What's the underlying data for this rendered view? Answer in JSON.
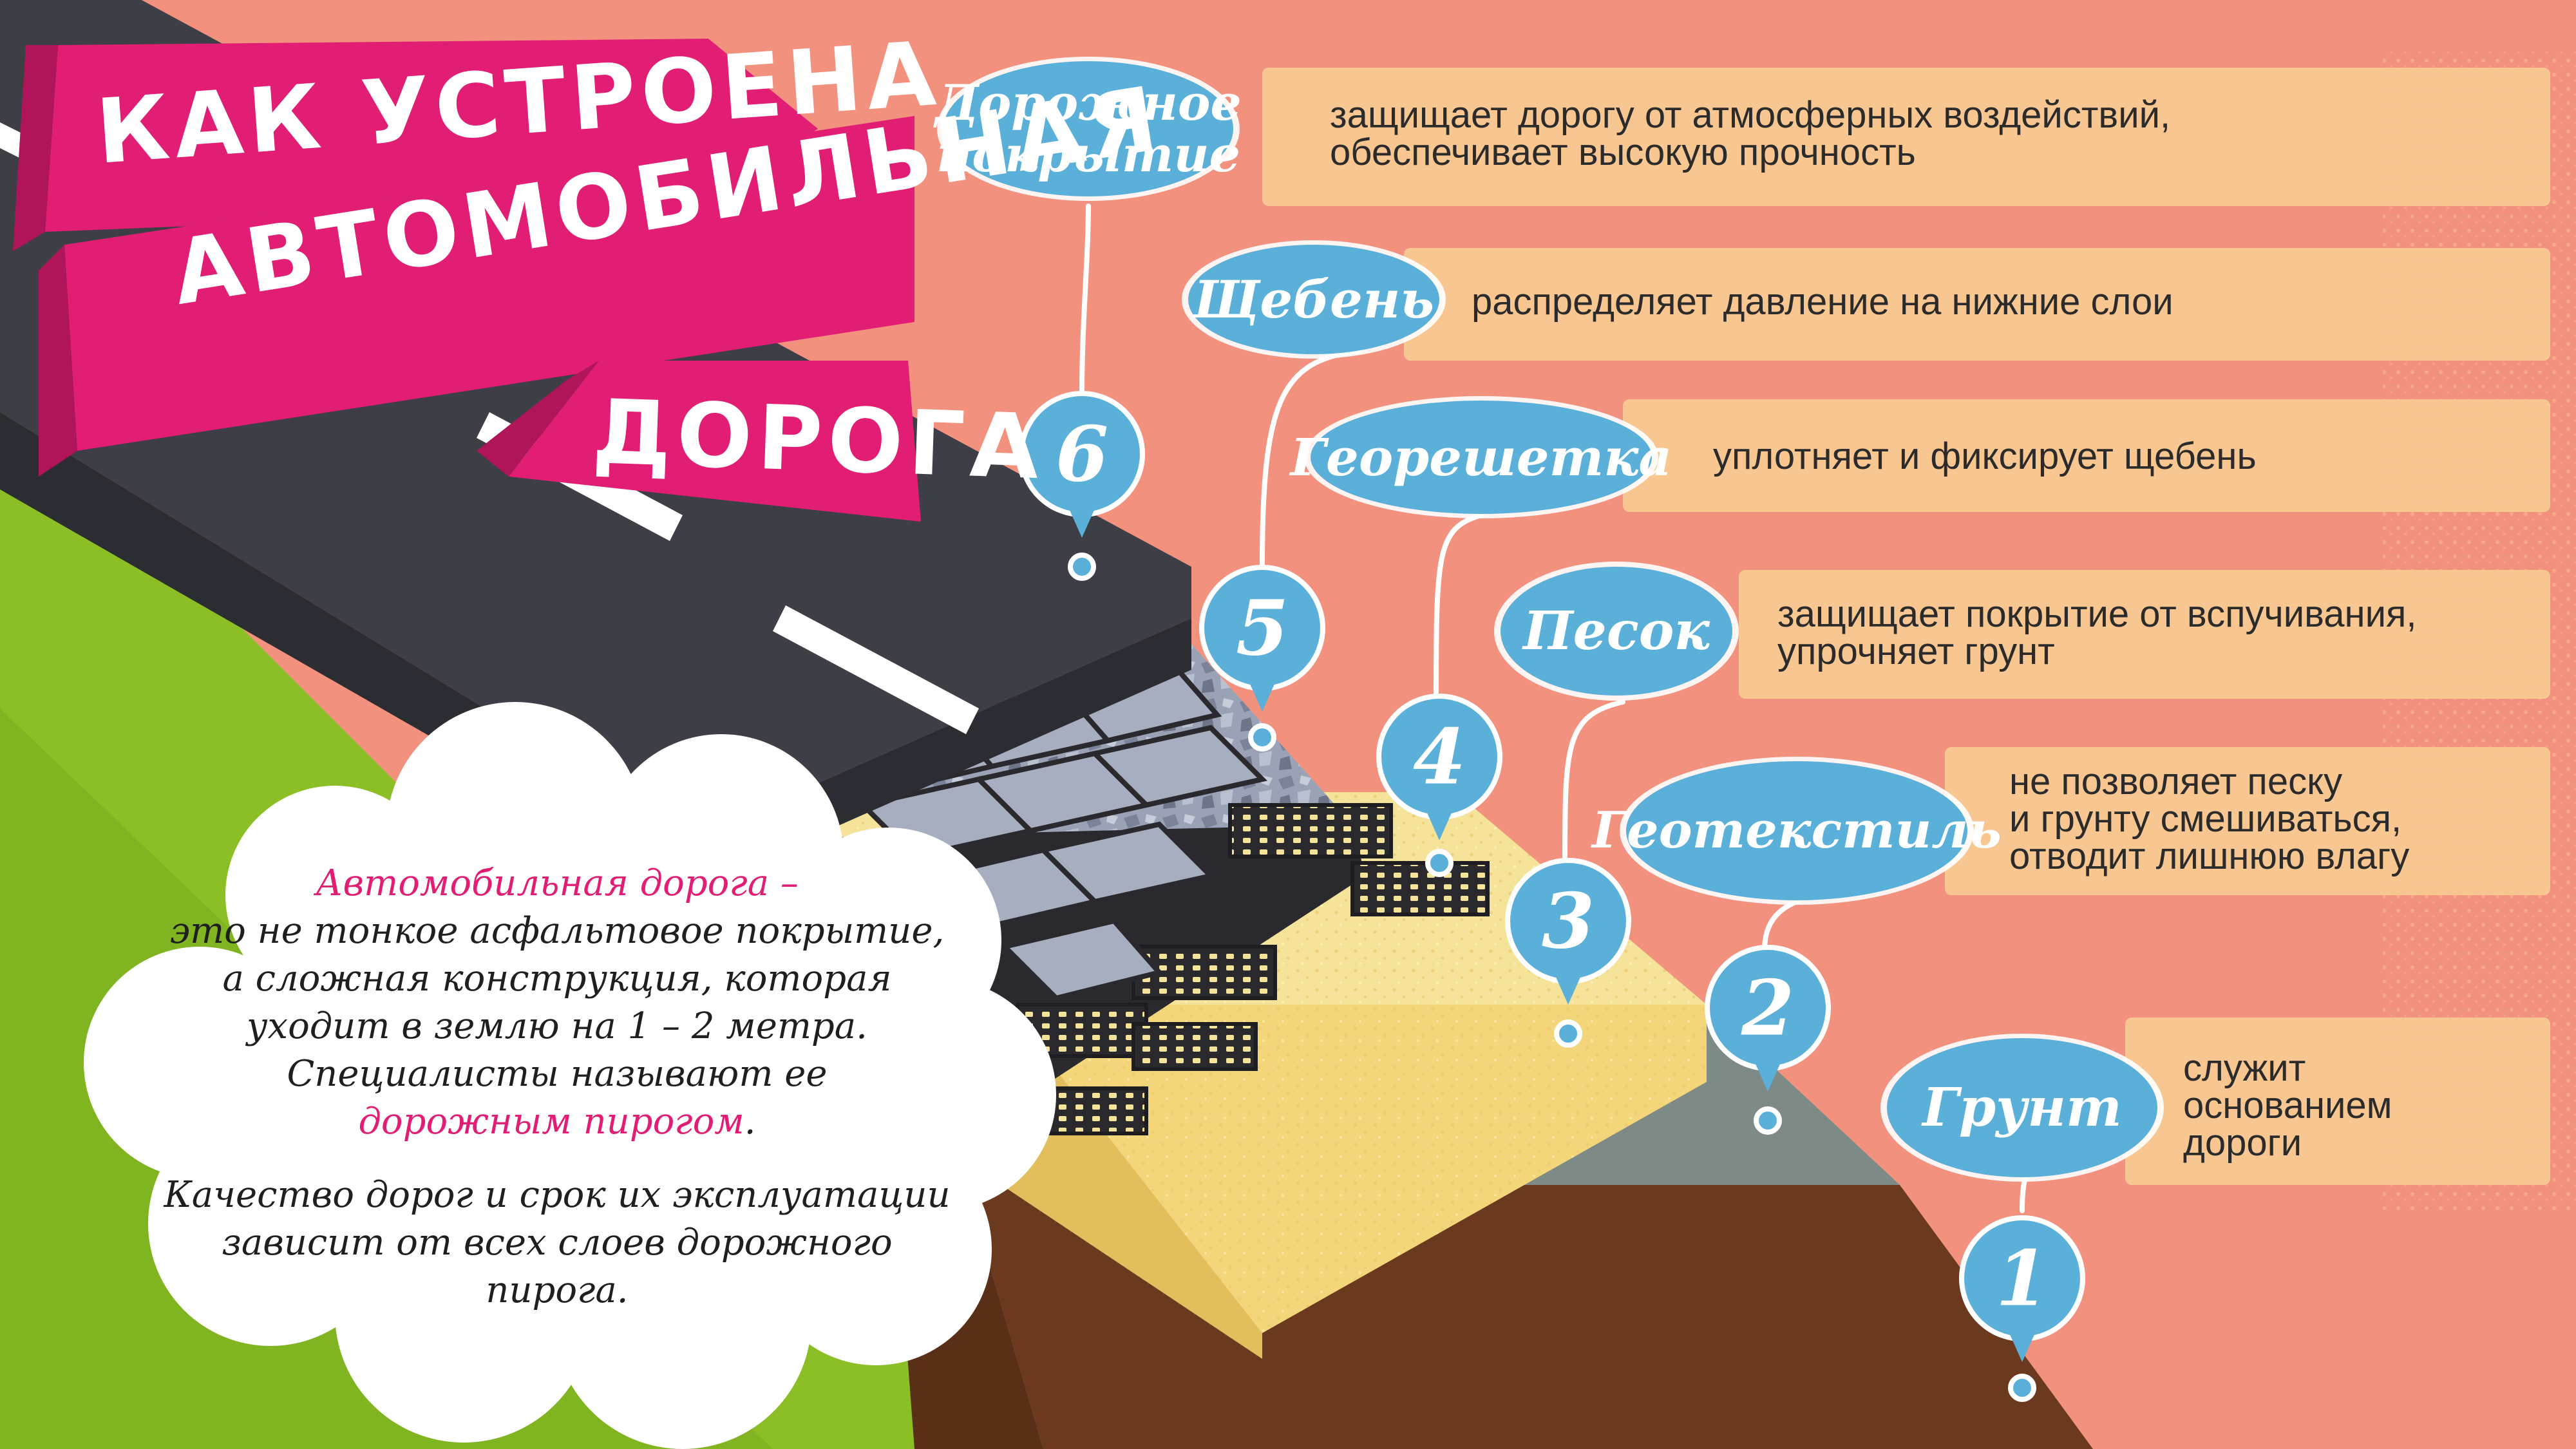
{
  "title": {
    "line1": "КАК  УСТРОЕНА",
    "line2": "АВТОМОБИЛЬНАЯ",
    "line3": "ДОРОГА"
  },
  "layers": [
    {
      "number": "6",
      "name_lines": [
        "Дорожное",
        "покрытие"
      ],
      "description_lines": [
        "защищает дорогу от атмосферных воздействий,",
        "обеспечивает высокую прочность"
      ]
    },
    {
      "number": "5",
      "name_lines": [
        "Щебень"
      ],
      "description_lines": [
        "распределяет давление на нижние слои"
      ]
    },
    {
      "number": "4",
      "name_lines": [
        "Георешетка"
      ],
      "description_lines": [
        "уплотняет и фиксирует щебень"
      ]
    },
    {
      "number": "3",
      "name_lines": [
        "Песок"
      ],
      "description_lines": [
        "защищает покрытие от вспучивания,",
        "упрочняет грунт"
      ]
    },
    {
      "number": "2",
      "name_lines": [
        "Геотекстиль"
      ],
      "description_lines": [
        "не позволяет песку",
        "и грунту смешиваться,",
        "отводит лишнюю влагу"
      ]
    },
    {
      "number": "1",
      "name_lines": [
        "Грунт"
      ],
      "description_lines": [
        "служит",
        "основанием",
        "дороги"
      ]
    }
  ],
  "info": {
    "heading": "Автомобильная дорога –",
    "line1": "это не тонкое асфальтовое покрытие,",
    "line2": "а сложная конструкция, которая",
    "line3": "уходит в землю на 1 – 2 метра.",
    "line4": "Специалисты называют ее",
    "highlight": "дорожным пирогом",
    "highlight_suffix": ".",
    "line5": "Качество дорог и срок их эксплуатации",
    "line6": "зависит от  всех слоев дорожного",
    "line7": "пирога."
  },
  "colors": {
    "background": "#F2917E",
    "title_ribbon": "#E11E74",
    "bubble": "#5BB0DA",
    "description_band": "#F7C691",
    "asphalt": "#3E3E46",
    "grass": "#8CBF26",
    "sand": "#F6E39A",
    "geotextile": "#7E8A86",
    "soil": "#6B3A1E"
  }
}
